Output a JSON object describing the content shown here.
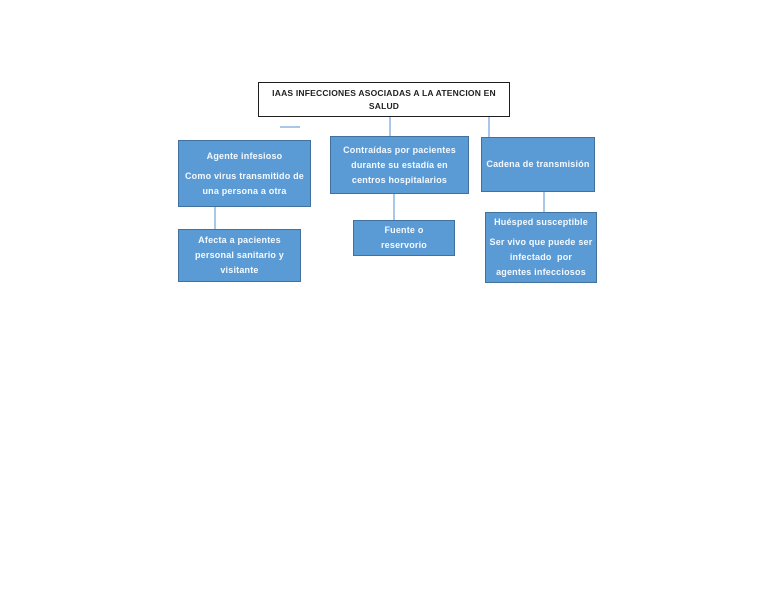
{
  "theme": {
    "page_bg": "#ffffff",
    "node_fill": "#5b9bd5",
    "node_border": "#41719c",
    "node_text_color": "#f3f9ff",
    "connector_color": "#a9c7e8",
    "title_border": "#1f1f1f",
    "title_text_color": "#1f1f1f"
  },
  "diagram": {
    "title": "IAAS INFECCIONES ASOCIADAS A LA ATENCION EN SALUD",
    "nodes": {
      "agente": {
        "paragraphs": [
          [
            "Agente infesioso"
          ],
          [
            "Como virus transmitido de",
            "una persona a otra"
          ]
        ]
      },
      "contraidas": {
        "paragraphs": [
          [
            "Contraídas por pacientes",
            "durante su estadía en",
            "centros hospitalarios"
          ]
        ]
      },
      "cadena": {
        "paragraphs": [
          [
            "Cadena de transmisión"
          ]
        ]
      },
      "afecta": {
        "paragraphs": [
          [
            "Afecta a pacientes",
            "personal sanitario y",
            "visitante"
          ]
        ]
      },
      "fuente": {
        "paragraphs": [
          [
            "Fuente o",
            "reservorio"
          ]
        ]
      },
      "huesped": {
        "paragraphs": [
          [
            "Huésped susceptible"
          ],
          [
            "Ser vivo que puede ser",
            "infectado  por",
            "agentes infecciosos"
          ]
        ]
      }
    }
  }
}
